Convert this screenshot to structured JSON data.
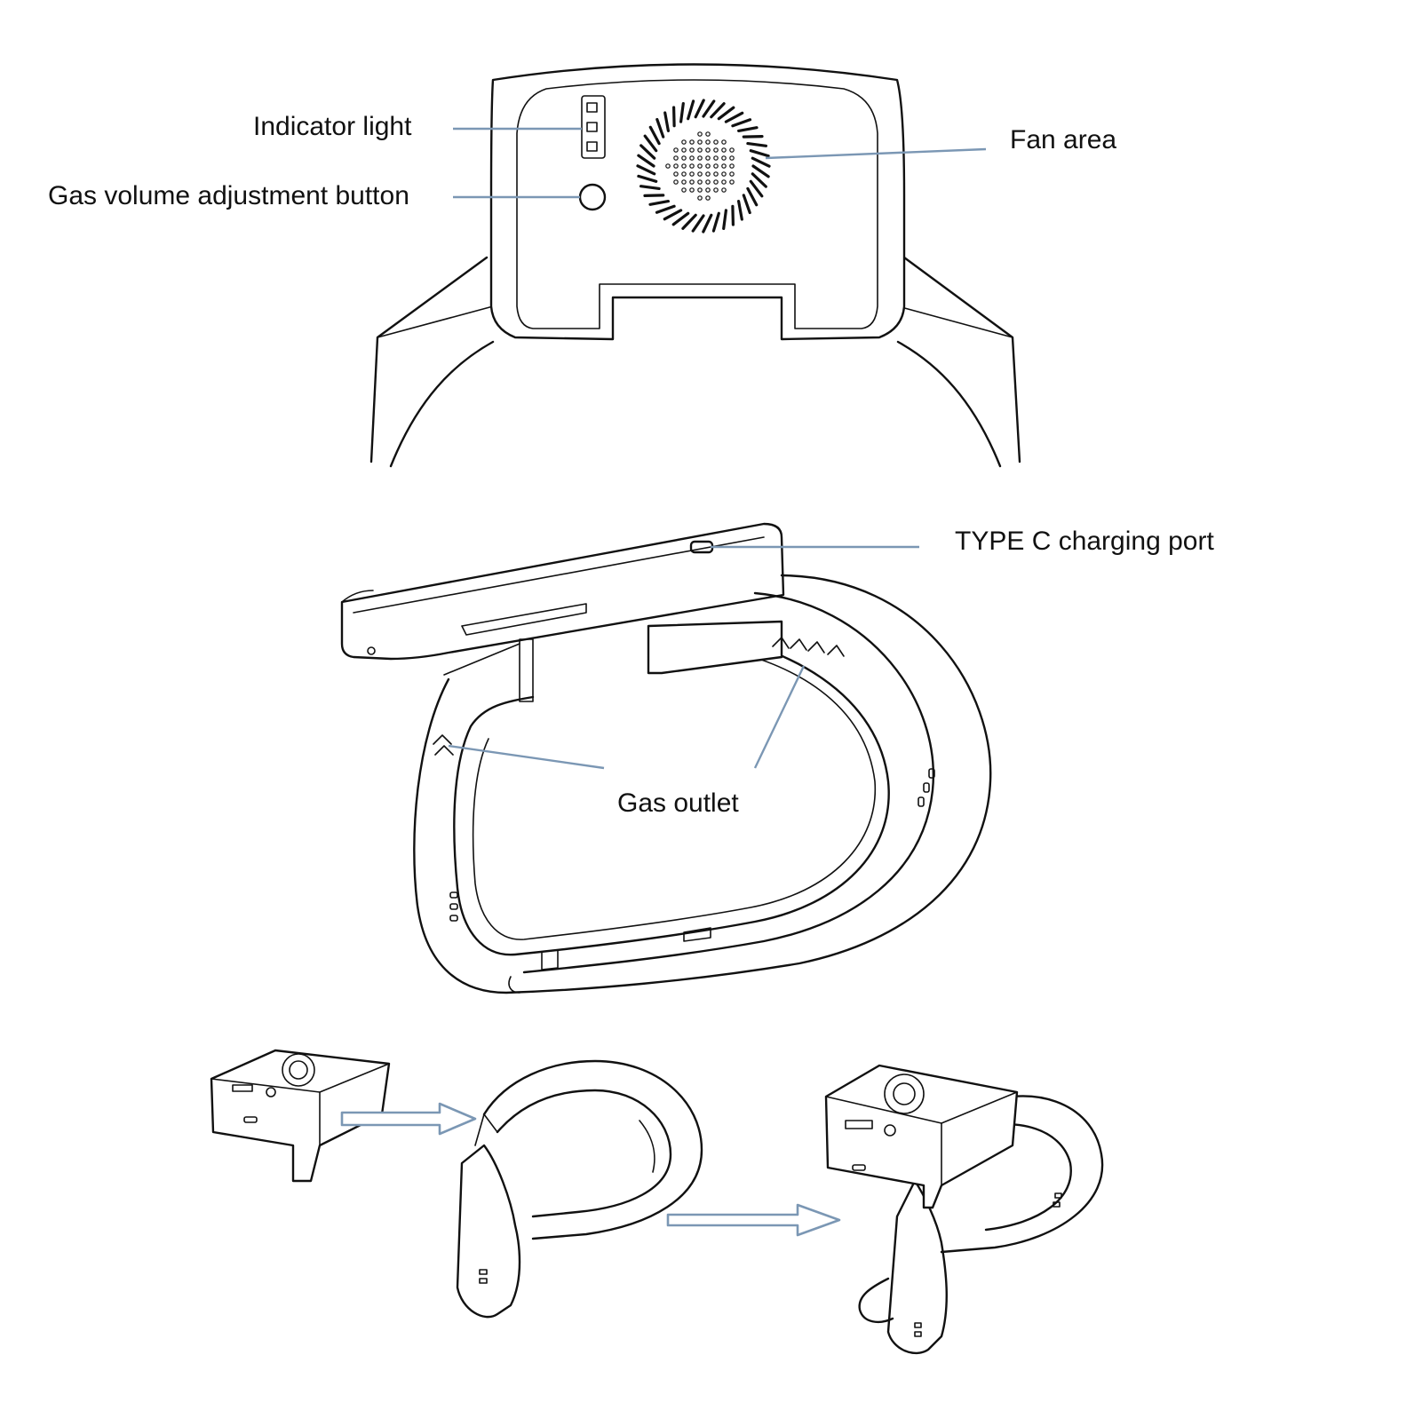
{
  "labels": {
    "indicator_light": "Indicator light",
    "gas_volume_button": "Gas volume adjustment button",
    "fan_area": "Fan area",
    "type_c_port": "TYPE C charging port",
    "gas_outlet": "Gas outlet"
  },
  "colors": {
    "leader_line": "#7b97b4",
    "drawing_line": "#111111",
    "arrow_stroke": "#7b97b4",
    "arrow_fill": "#ffffff",
    "text": "#111111"
  },
  "icons": {
    "assembly_arrow": "right-arrow-icon"
  }
}
